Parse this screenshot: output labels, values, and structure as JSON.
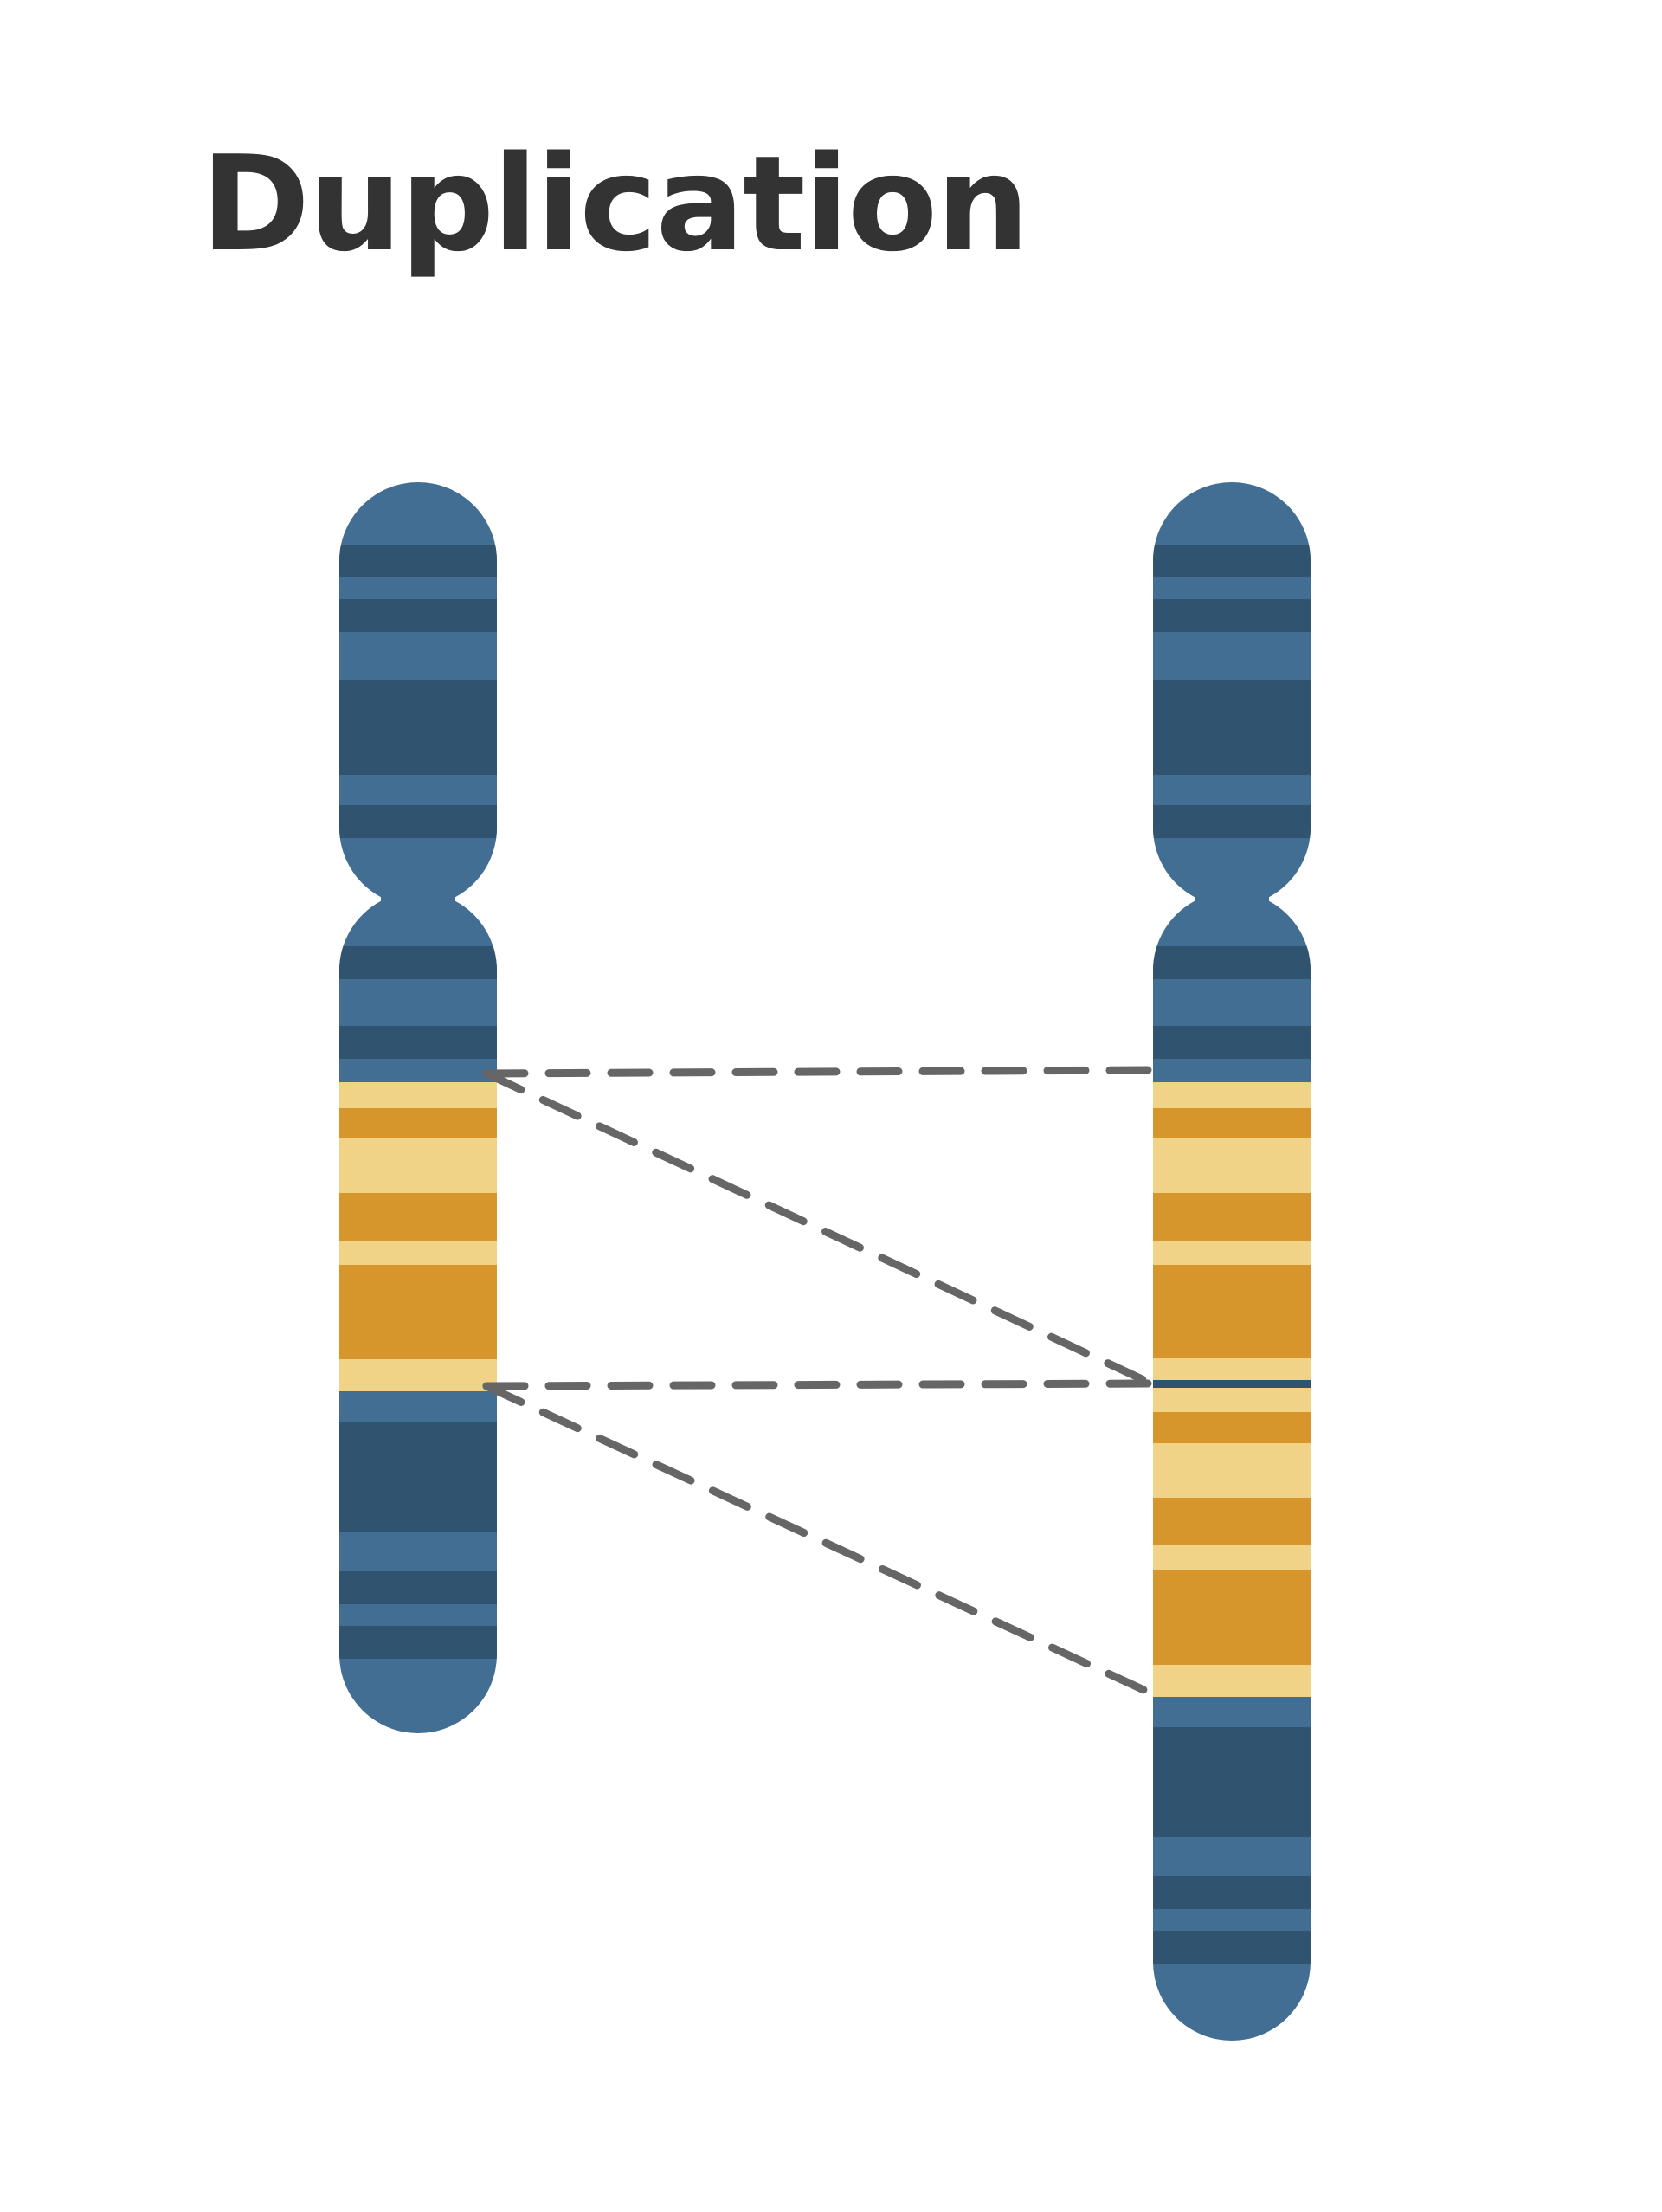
{
  "title": "Duplication",
  "colors": {
    "blue": "#426E93",
    "blue_dark": "#30546F",
    "orange": "#D6962B",
    "yellow": "#F0D387",
    "connector": "#666666",
    "title": "#333333",
    "background": "#FFFFFF"
  },
  "chromosomes": [
    {
      "name": "normal-chromosome",
      "segments": [
        {
          "region": "p-arm",
          "bands": [
            "blue",
            "blue_dark",
            "blue",
            "blue_dark",
            "blue",
            "blue_dark",
            "blue",
            "blue_dark",
            "blue"
          ]
        },
        {
          "region": "centromere"
        },
        {
          "region": "q-arm-proximal",
          "bands": [
            "blue",
            "blue_dark",
            "blue",
            "blue_dark",
            "blue"
          ]
        },
        {
          "region": "segment",
          "bands": [
            "yellow",
            "orange",
            "yellow",
            "orange",
            "yellow",
            "orange",
            "yellow"
          ]
        },
        {
          "region": "q-arm-distal",
          "bands": [
            "blue",
            "blue_dark",
            "blue",
            "blue_dark",
            "blue",
            "blue_dark",
            "blue"
          ]
        }
      ]
    },
    {
      "name": "duplicated-chromosome",
      "segments": [
        {
          "region": "p-arm",
          "bands": [
            "blue",
            "blue_dark",
            "blue",
            "blue_dark",
            "blue",
            "blue_dark",
            "blue",
            "blue_dark",
            "blue"
          ]
        },
        {
          "region": "centromere"
        },
        {
          "region": "q-arm-proximal",
          "bands": [
            "blue",
            "blue_dark",
            "blue",
            "blue_dark",
            "blue"
          ]
        },
        {
          "region": "segment-original",
          "bands": [
            "yellow",
            "orange",
            "yellow",
            "orange",
            "yellow",
            "orange",
            "yellow"
          ]
        },
        {
          "region": "duplication-junction",
          "bands": [
            "blue_dark"
          ]
        },
        {
          "region": "segment-copy",
          "bands": [
            "yellow",
            "orange",
            "yellow",
            "orange",
            "yellow",
            "orange",
            "yellow"
          ]
        },
        {
          "region": "q-arm-distal",
          "bands": [
            "blue",
            "blue_dark",
            "blue",
            "blue_dark",
            "blue",
            "blue_dark",
            "blue"
          ]
        }
      ]
    }
  ],
  "connectors": [
    {
      "from": "normal-segment-start",
      "to": "duplicated-segment-start",
      "style": "dashed"
    },
    {
      "from": "normal-segment-start",
      "to": "duplication-junction",
      "style": "dashed"
    },
    {
      "from": "normal-segment-end",
      "to": "duplication-junction",
      "style": "dashed"
    },
    {
      "from": "normal-segment-end",
      "to": "duplicated-segment-end",
      "style": "dashed"
    }
  ]
}
